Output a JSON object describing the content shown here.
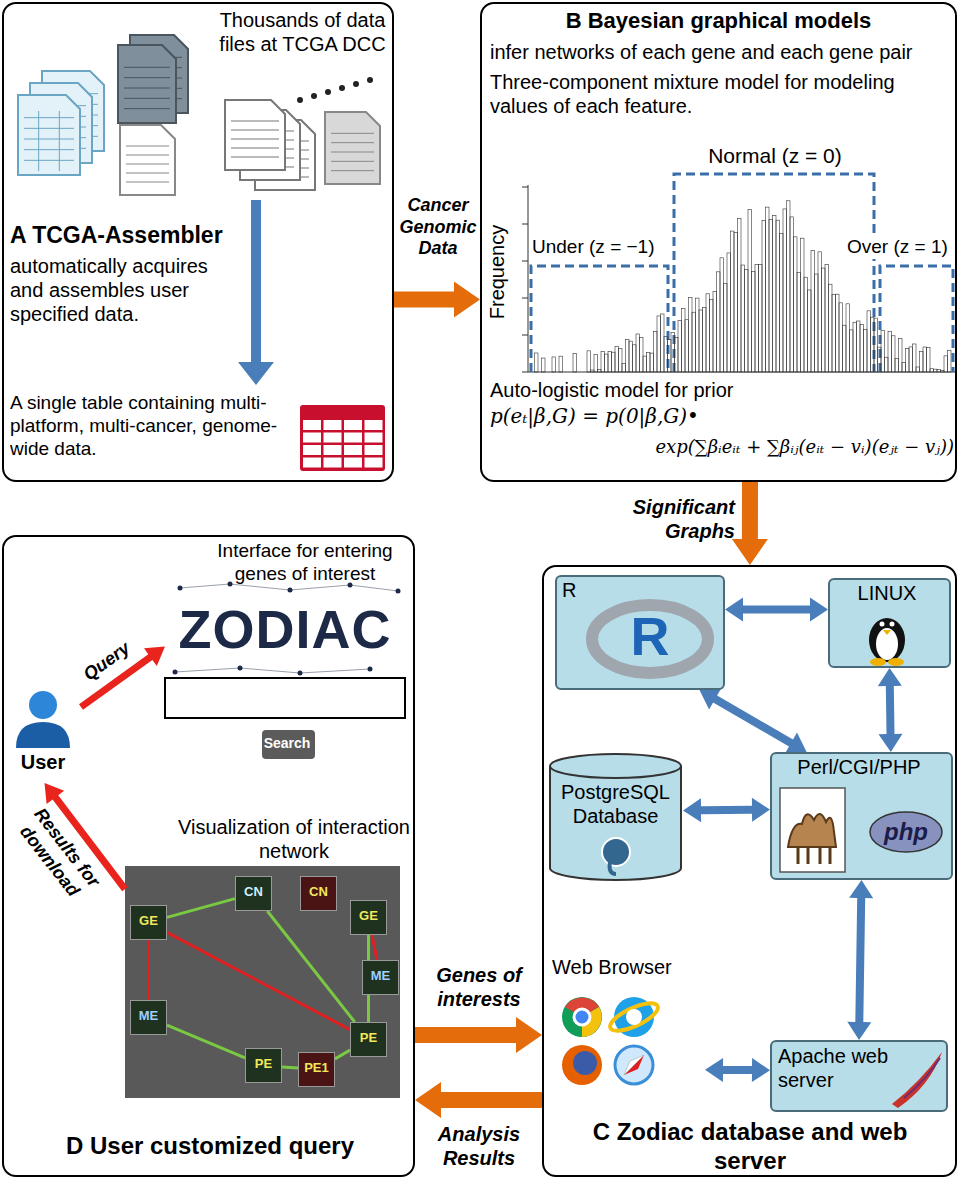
{
  "diagram": {
    "nodes": [
      {
        "text": [
          "Thousands of data files at TCGA DCC",
          "A TCGA-Assembler",
          "automatically acquires and assembles user specified data.",
          "A single table containing multi-platform, multi-cancer, genome-wide data."
        ]
      },
      {
        "text": [
          "B Bayesian graphical models",
          "infer networks of each gene and each gene pair",
          "Three-component mixture model for modeling values of each feature.",
          "Auto-logistic model for prior"
        ]
      },
      {
        "text": [
          "Interface for entering genes of interest",
          "D User customized query"
        ]
      },
      {
        "text": [
          "ZODIAC"
        ],
        "in": 2
      },
      {
        "text": [
          "Search"
        ],
        "in": 2
      },
      {
        "text": [
          "User"
        ],
        "in": 2
      },
      {
        "text": [
          "Visualization of interaction network"
        ],
        "in": 2
      },
      {
        "text": [
          "GE"
        ],
        "in": 6
      },
      {
        "text": [
          "CN"
        ],
        "in": 6
      },
      {
        "text": [
          "CN"
        ],
        "in": 6
      },
      {
        "text": [
          "GE"
        ],
        "in": 6
      },
      {
        "text": [
          "ME"
        ],
        "in": 6
      },
      {
        "text": [
          "ME"
        ],
        "in": 6
      },
      {
        "text": [
          "PE"
        ],
        "in": 6
      },
      {
        "text": [
          "PE1"
        ],
        "in": 6
      },
      {
        "text": [
          "PE"
        ],
        "in": 6
      },
      {
        "text": [
          "C Zodiac database and web server"
        ]
      },
      {
        "text": [
          "R",
          "R"
        ],
        "in": 16
      },
      {
        "text": [
          "LINUX"
        ],
        "in": 16
      },
      {
        "text": [
          "PostgreSQL Database"
        ],
        "in": 16
      },
      {
        "text": [
          "Perl/CGI/PHP",
          "php"
        ],
        "in": 16
      },
      {
        "text": [
          "Web Browser"
        ],
        "in": 16
      },
      {
        "text": [
          "Apache web server"
        ],
        "in": 16
      }
    ],
    "edges": [
      {
        "from": 0,
        "to": 1,
        "arrow": "to",
        "label": "Cancer Genomic Data"
      },
      {
        "from": 1,
        "to": 16,
        "arrow": "to",
        "label": "Significant Graphs"
      },
      {
        "from": 2,
        "to": 16,
        "arrow": "to",
        "label": "Genes of interests"
      },
      {
        "from": 16,
        "to": 2,
        "arrow": "to",
        "label": "Analysis Results"
      },
      {
        "from": 5,
        "to": 3,
        "arrow": "to",
        "label": "Query"
      },
      {
        "from": 6,
        "to": 5,
        "arrow": "to",
        "label": "Results for download"
      },
      {
        "from": 17,
        "to": 18,
        "arrow": "both"
      },
      {
        "from": 17,
        "to": 20,
        "arrow": "both"
      },
      {
        "from": 18,
        "to": 20,
        "arrow": "both"
      },
      {
        "from": 19,
        "to": 20,
        "arrow": "both"
      },
      {
        "from": 20,
        "to": 22,
        "arrow": "both"
      },
      {
        "from": 21,
        "to": 22,
        "arrow": "both"
      },
      {
        "from": 7,
        "to": 8,
        "arrow": "none"
      },
      {
        "from": 7,
        "to": 15,
        "arrow": "none"
      },
      {
        "from": 8,
        "to": 15,
        "arrow": "none"
      },
      {
        "from": 10,
        "to": 11,
        "arrow": "none"
      },
      {
        "from": 10,
        "to": 15,
        "arrow": "none"
      },
      {
        "from": 12,
        "to": 13,
        "arrow": "none"
      },
      {
        "from": 13,
        "to": 14,
        "arrow": "none"
      },
      {
        "from": 14,
        "to": 15,
        "arrow": "none"
      },
      {
        "from": 7,
        "to": 12,
        "arrow": "none"
      }
    ],
    "labels": [
      "Frequency",
      "Normal (z = 0)",
      "Under (z = −1)",
      "Over (z = 1)",
      "p(eₜ|β,G) = p(0|β,G)•",
      "exp(∑βᵢeᵢₜ + ∑βᵢⱼ(eᵢₜ − vᵢ)(eⱼₜ − vⱼ))"
    ]
  }
}
